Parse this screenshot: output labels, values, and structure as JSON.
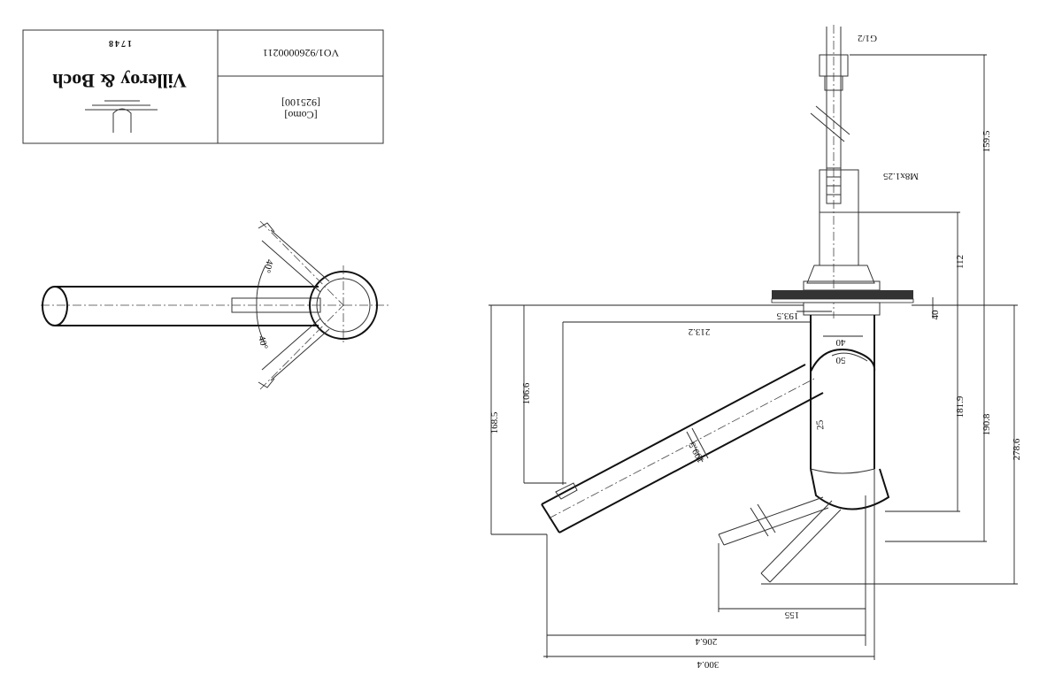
{
  "title_block": {
    "brand": "Villeroy & Boch",
    "year": "1748",
    "product_name": "[Como]",
    "product_code": "[925100]",
    "drawing_number": "VO1/9260000211"
  },
  "dimensions": {
    "g12": "G1/2",
    "m8x125": "M8x1.25",
    "d1595": "159.5",
    "d112": "112",
    "d50_ring": "50",
    "d40": "40",
    "d40_side": "40",
    "d2132": "213.2",
    "d1819": "181.9",
    "d1908": "190.8",
    "d1685": "168.5",
    "d2786": "278.6",
    "d1066": "106.6",
    "d25": "25",
    "d1995": "199.5",
    "d1935": "193.5",
    "d155": "155",
    "d2064": "206.4",
    "d3004": "300.4",
    "angle_top": "40°",
    "angle_bottom": "40°"
  }
}
